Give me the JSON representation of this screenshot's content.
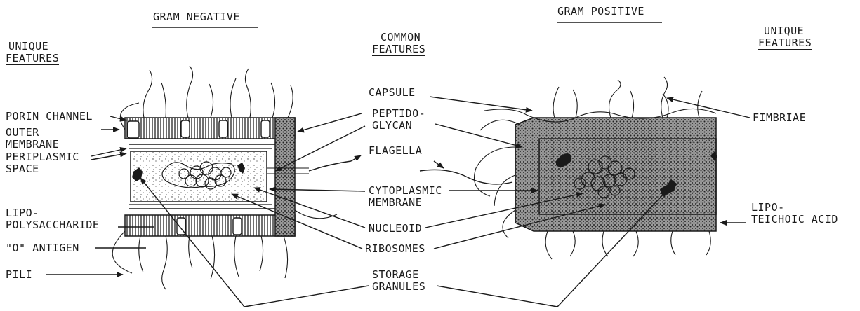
{
  "headings": {
    "gram_negative": "GRAM NEGATIVE",
    "gram_positive": "GRAM POSITIVE",
    "unique_left": [
      "UNIQUE",
      "FEATURES"
    ],
    "common": [
      "COMMON",
      "FEATURES"
    ],
    "unique_right": [
      "UNIQUE",
      "FEATURES"
    ]
  },
  "labels_gram_negative": {
    "porin": "PORIN CHANNEL",
    "outer_membrane": [
      "OUTER",
      "MEMBRANE"
    ],
    "periplasmic": [
      "PERIPLASMIC",
      "SPACE"
    ],
    "lps": [
      "LIPO-",
      "POLYSACCHARIDE"
    ],
    "o_antigen": "\"O\" ANTIGEN",
    "pili": "PILI"
  },
  "labels_common": {
    "capsule": "CAPSULE",
    "peptidoglycan": [
      "PEPTIDO-",
      "GLYCAN"
    ],
    "flagella": "FLAGELLA",
    "cytoplasmic": [
      "CYTOPLASMIC",
      "MEMBRANE"
    ],
    "nucleoid": "NUCLEOID",
    "ribosomes": "RIBOSOMES",
    "storage": [
      "STORAGE",
      "GRANULES"
    ]
  },
  "labels_gram_positive": {
    "fimbriae": "FIMBRIAE",
    "lta": [
      "LIPO-",
      "TEICHOIC ACID"
    ]
  },
  "colors": {
    "ink": "#1a1a1a",
    "paper": "#ffffff"
  }
}
